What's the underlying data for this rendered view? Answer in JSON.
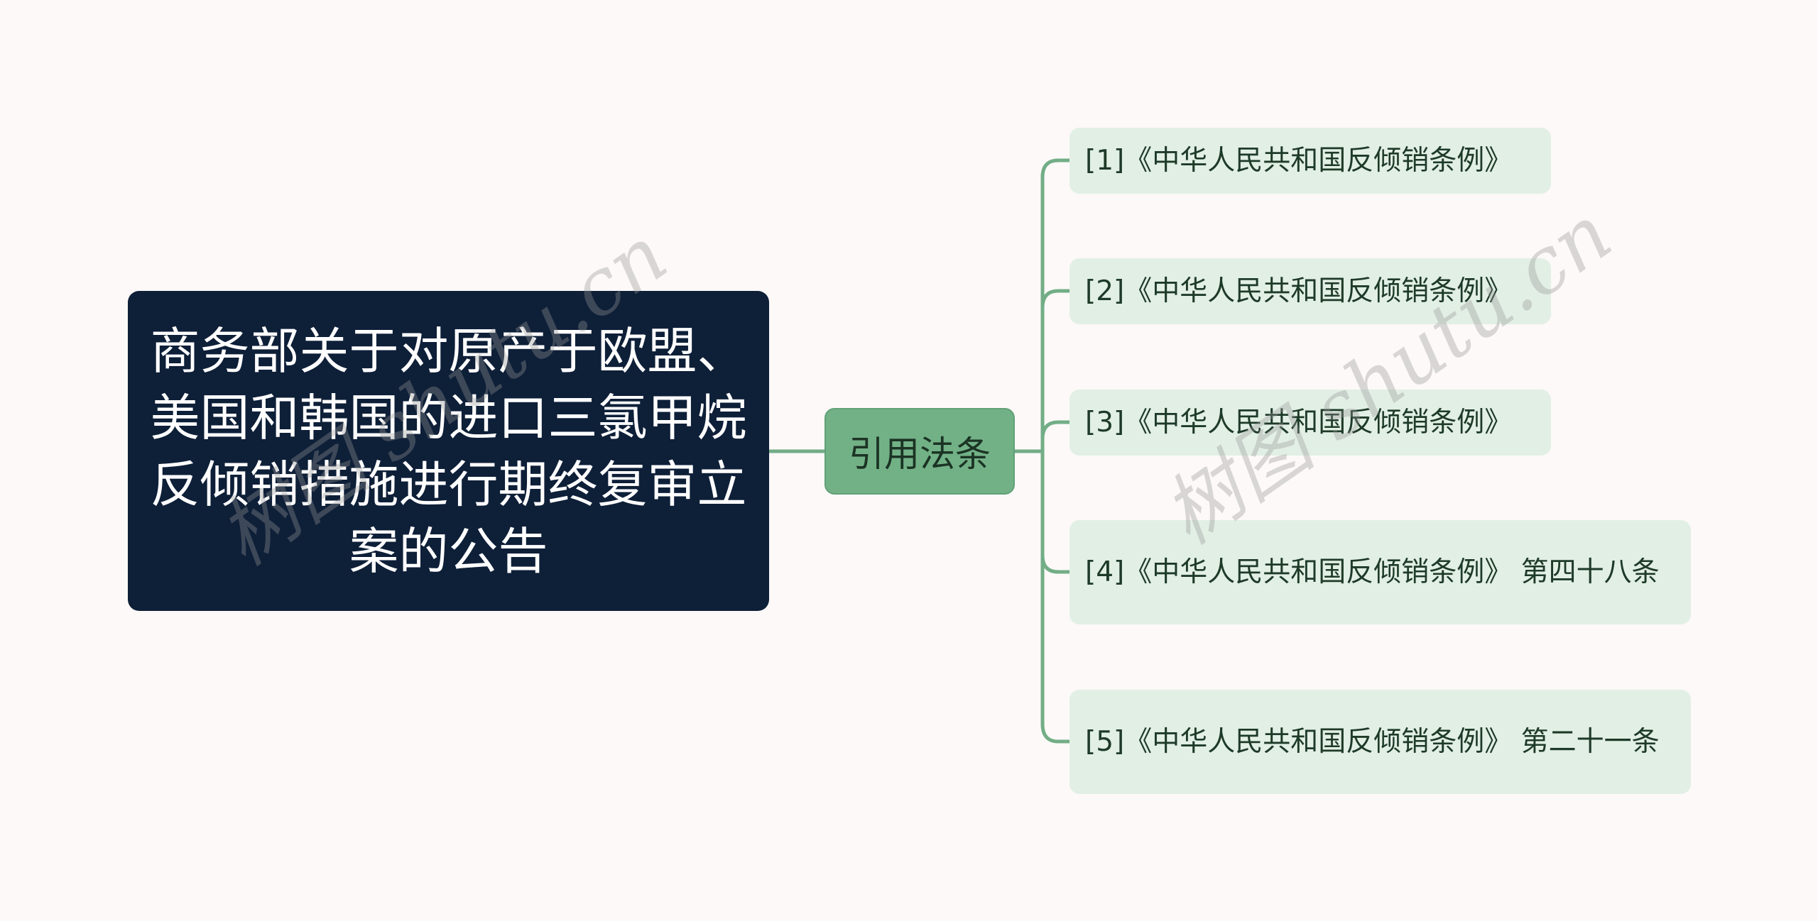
{
  "root": {
    "title": "商务部关于对原产于欧盟、美国和韩国的进口三氯甲烷反倾销措施进行期终复审立案的公告"
  },
  "branch": {
    "label": "引用法条"
  },
  "leaves": [
    {
      "text": "[1]《中华人民共和国反倾销条例》"
    },
    {
      "text": "[2]《中华人民共和国反倾销条例》"
    },
    {
      "text": "[3]《中华人民共和国反倾销条例》"
    },
    {
      "text": "[4]《中华人民共和国反倾销条例》 第四十八条"
    },
    {
      "text": "[5]《中华人民共和国反倾销条例》 第二十一条"
    }
  ],
  "watermark": "树图 shutu.cn",
  "colors": {
    "root_bg": "#0e1f38",
    "branch_bg": "#72b186",
    "leaf_bg": "#e2efe5",
    "line": "#72ad86",
    "background": "#fcf9f8"
  }
}
